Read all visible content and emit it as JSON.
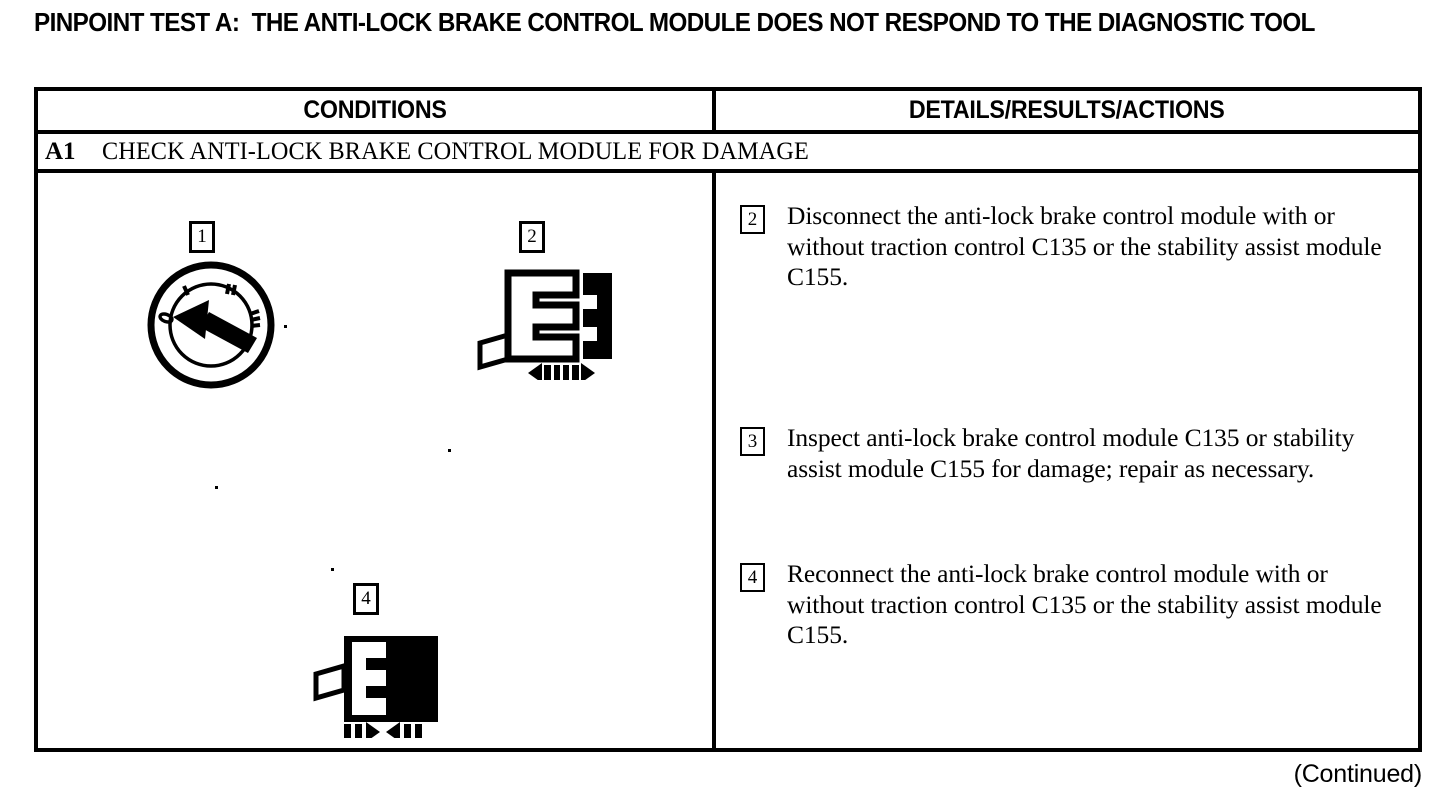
{
  "document": {
    "title": "PINPOINT TEST A:  THE ANTI-LOCK BRAKE CONTROL MODULE DOES NOT RESPOND TO THE DIAGNOSTIC TOOL",
    "footer_note": "(Continued)",
    "ink_color": "#000000",
    "page_color": "#ffffff"
  },
  "table": {
    "headers": {
      "conditions": "CONDITIONS",
      "details": "DETAILS/RESULTS/ACTIONS"
    },
    "test_row": {
      "code": "A1",
      "title": "CHECK ANTI-LOCK BRAKE CONTROL MODULE FOR DAMAGE"
    },
    "steps": [
      {
        "number": "2",
        "text": "Disconnect the anti-lock brake control module with or without traction control C135 or the stability assist module C155."
      },
      {
        "number": "3",
        "text": "Inspect anti-lock brake control module C135 or stability assist module C155 for damage; repair as necessary."
      },
      {
        "number": "4",
        "text": "Reconnect the anti-lock brake control module with or without traction control C135 or the stability assist module C155."
      }
    ],
    "figures": [
      {
        "label": "1",
        "icon": "ignition-switch-off-icon",
        "positions": [
          "0",
          "I",
          "II",
          "III"
        ],
        "selected_position": "0"
      },
      {
        "label": "2",
        "icon": "connector-disconnect-icon"
      },
      {
        "label": "4",
        "icon": "connector-reconnect-icon"
      }
    ]
  }
}
